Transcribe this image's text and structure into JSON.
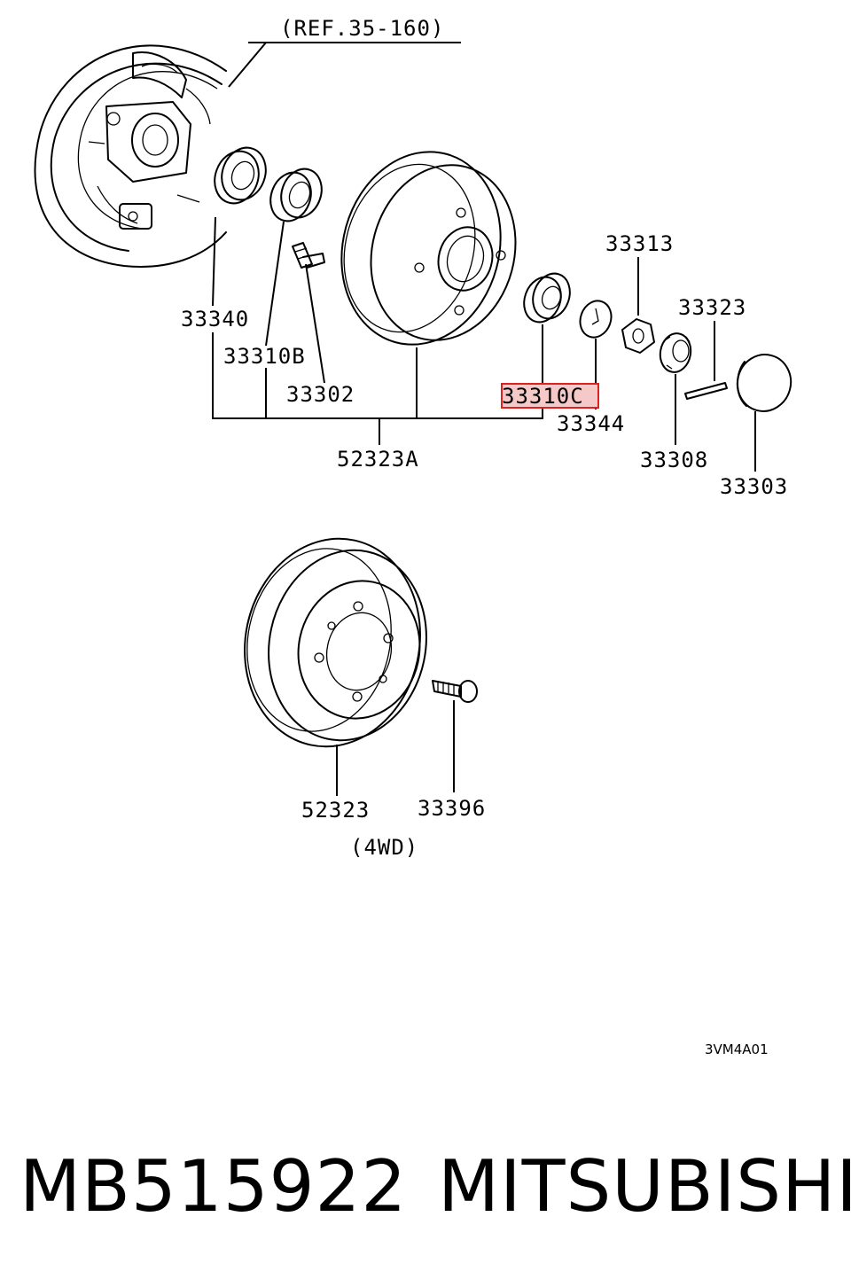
{
  "diagram": {
    "ref_label": "(REF.35-160)",
    "drive_note": "(4WD)",
    "figure_code": "3VM4A01",
    "highlighted_part": "33310C",
    "parts": {
      "p33340": "33340",
      "p33310b": "33310B",
      "p33302": "33302",
      "p52323a": "52323A",
      "p33310c": "33310C",
      "p33344": "33344",
      "p33313": "33313",
      "p33323": "33323",
      "p33308": "33308",
      "p33303": "33303",
      "p52323": "52323",
      "p33396": "33396"
    }
  },
  "footer": {
    "part_number": "MB515922",
    "brand": "MITSUBISHI"
  },
  "colors": {
    "highlight_fill": "#f6c9c9",
    "highlight_border": "#dd2222"
  }
}
